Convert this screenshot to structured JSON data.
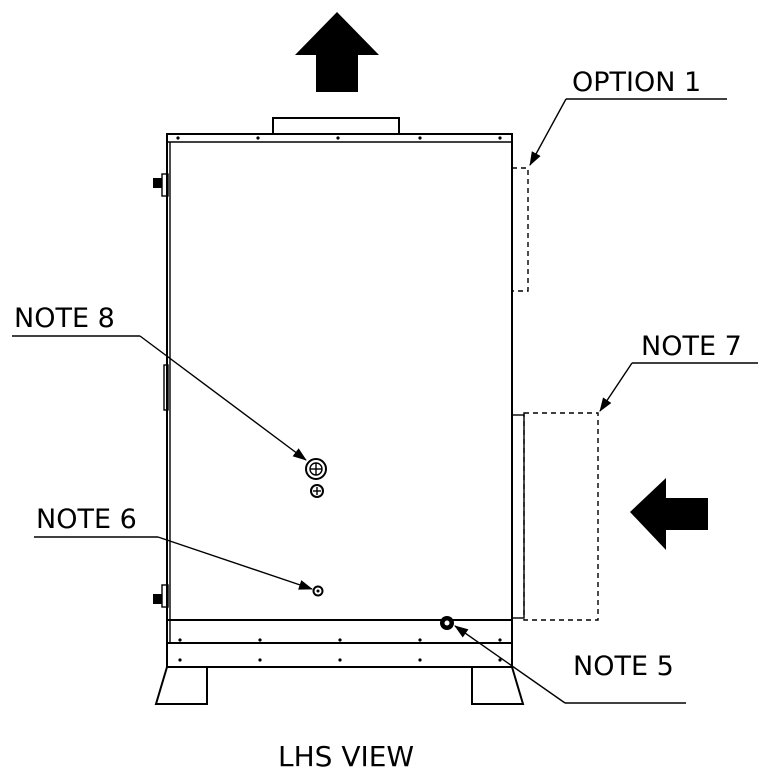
{
  "view_title": "LHS VIEW",
  "callouts": {
    "option_1": "OPTION 1",
    "note_8": "NOTE 8",
    "note_7": "NOTE 7",
    "note_6": "NOTE 6",
    "note_5": "NOTE 5"
  },
  "colors": {
    "line": "#000000",
    "background": "#ffffff"
  }
}
